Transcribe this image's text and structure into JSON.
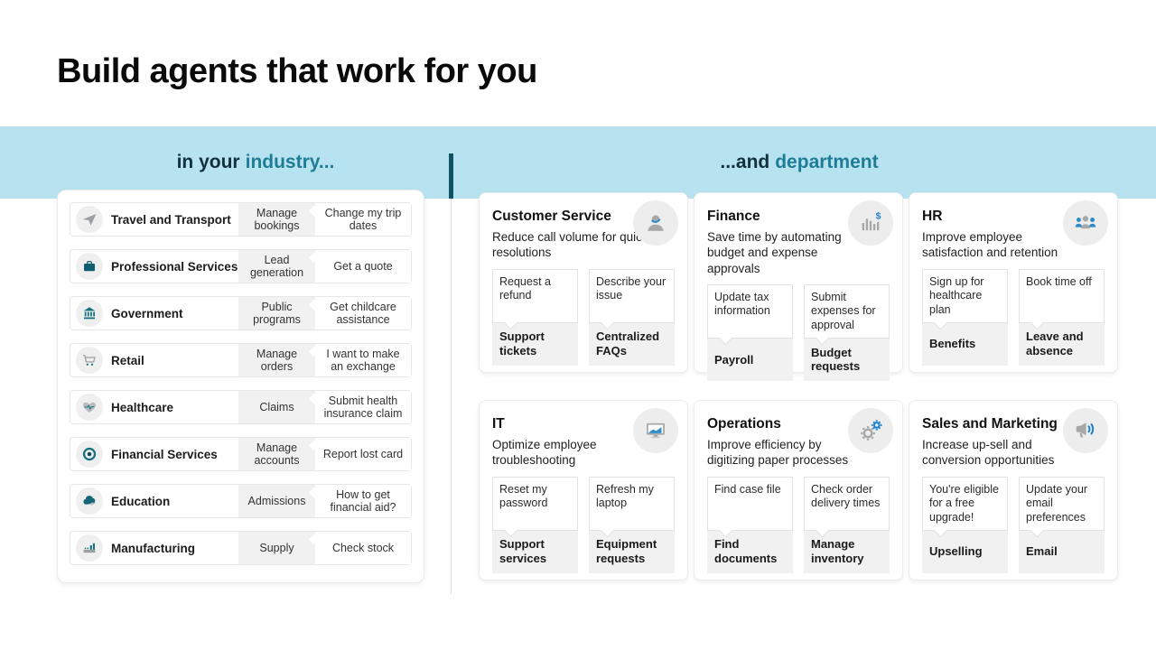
{
  "title": "Build agents that work for you",
  "band": {
    "industry_prefix": "in your",
    "industry_accent": "industry...",
    "department_prefix": "...and",
    "department_accent": "department"
  },
  "industries": [
    {
      "name": "Travel and Transport",
      "icon": "airplane-icon",
      "topic": "Manage bookings",
      "example": "Change my trip dates"
    },
    {
      "name": "Professional Services",
      "icon": "briefcase-icon",
      "topic": "Lead generation",
      "example": "Get a quote"
    },
    {
      "name": "Government",
      "icon": "bank-icon",
      "topic": "Public programs",
      "example": "Get childcare assistance"
    },
    {
      "name": "Retail",
      "icon": "cart-icon",
      "topic": "Manage orders",
      "example": "I want to make an exchange"
    },
    {
      "name": "Healthcare",
      "icon": "heart-pulse-icon",
      "topic": "Claims",
      "example": "Submit health insurance claim"
    },
    {
      "name": "Financial Services",
      "icon": "coin-icon",
      "topic": "Manage accounts",
      "example": "Report lost card"
    },
    {
      "name": "Education",
      "icon": "education-cloud-icon",
      "topic": "Admissions",
      "example": "How to get financial aid?"
    },
    {
      "name": "Manufacturing",
      "icon": "factory-chart-icon",
      "topic": "Supply",
      "example": "Check stock"
    }
  ],
  "departments": [
    {
      "name": "Customer Service",
      "icon": "person-icon",
      "description": "Reduce call volume for quick resolutions",
      "items": [
        {
          "question": "Request a refund",
          "label": "Support tickets"
        },
        {
          "question": "Describe your issue",
          "label": "Centralized FAQs"
        }
      ]
    },
    {
      "name": "Finance",
      "icon": "bar-chart-dollar-icon",
      "description": "Save time by automating budget and expense approvals",
      "items": [
        {
          "question": "Update tax information",
          "label": "Payroll"
        },
        {
          "question": "Submit expenses for approval",
          "label": "Budget requests"
        }
      ]
    },
    {
      "name": "HR",
      "icon": "people-group-icon",
      "description": "Improve employee satisfaction and retention",
      "items": [
        {
          "question": "Sign up for healthcare plan",
          "label": "Benefits"
        },
        {
          "question": "Book time off",
          "label": "Leave and absence"
        }
      ]
    },
    {
      "name": "IT",
      "icon": "monitor-chart-icon",
      "description": "Optimize employee troubleshooting",
      "items": [
        {
          "question": "Reset my password",
          "label": "Support services"
        },
        {
          "question": "Refresh my laptop",
          "label": "Equipment requests"
        }
      ]
    },
    {
      "name": "Operations",
      "icon": "gears-icon",
      "description": "Improve efficiency by digitizing paper processes",
      "items": [
        {
          "question": "Find case file",
          "label": "Find documents"
        },
        {
          "question": "Check order delivery times",
          "label": "Manage inventory"
        }
      ]
    },
    {
      "name": "Sales and Marketing",
      "icon": "megaphone-icon",
      "description": "Increase up-sell and conversion opportunities",
      "items": [
        {
          "question": "You're eligible for a free upgrade!",
          "label": "Upselling"
        },
        {
          "question": "Update your email preferences",
          "label": "Email"
        }
      ]
    }
  ],
  "colors": {
    "band_bg": "#b7e3f1",
    "accent_teal": "#1e7d95",
    "band_text": "#11313d",
    "divider_dark": "#0d5464",
    "divider_light": "#dcdcdc",
    "chip_gray": "#f1f1f1",
    "icon_blue": "#2e8bc9",
    "icon_gray": "#a7a7a7",
    "industry_teal": "#17707f"
  }
}
